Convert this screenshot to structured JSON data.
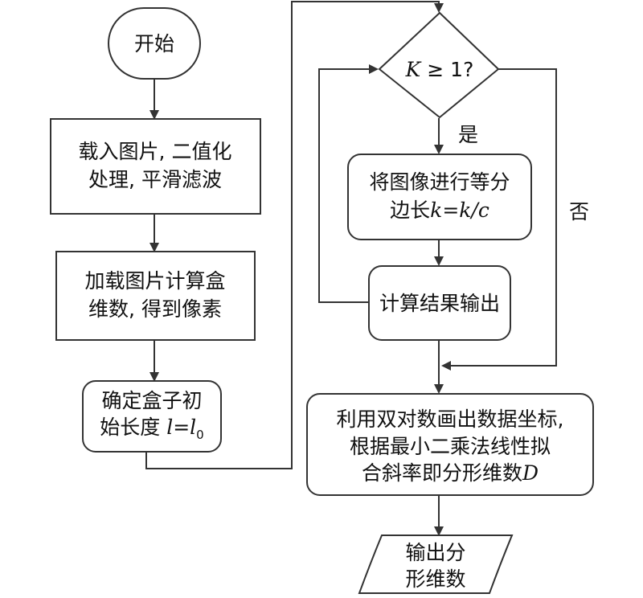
{
  "nodes": {
    "start": {
      "label": "开始"
    },
    "load": {
      "line1": "载入图片, 二值化",
      "line2": "处理, 平滑滤波"
    },
    "compute_box": {
      "line1": "加载图片计算盒",
      "line2": "维数, 得到像素"
    },
    "init_len": {
      "line1": "确定盒子初",
      "line2_prefix": "始长度 ",
      "var_l": "l",
      "eq": "=",
      "var_l0": "l",
      "sub0": "0"
    },
    "decision": {
      "var_K": "K",
      "text": " ≥ 1?"
    },
    "split": {
      "line1": "将图像进行等分",
      "line2_prefix": "边长",
      "expr": "k=k/c"
    },
    "output_result": {
      "label": "计算结果输出"
    },
    "fit": {
      "line1": "利用双对数画出数据坐标,",
      "line2": "根据最小二乘法线性拟",
      "line3_prefix": "合斜率即分形维数",
      "var_D": "D"
    },
    "end": {
      "line1": "输出分",
      "line2": "形维数"
    }
  },
  "edge_labels": {
    "yes": "是",
    "no": "否"
  }
}
